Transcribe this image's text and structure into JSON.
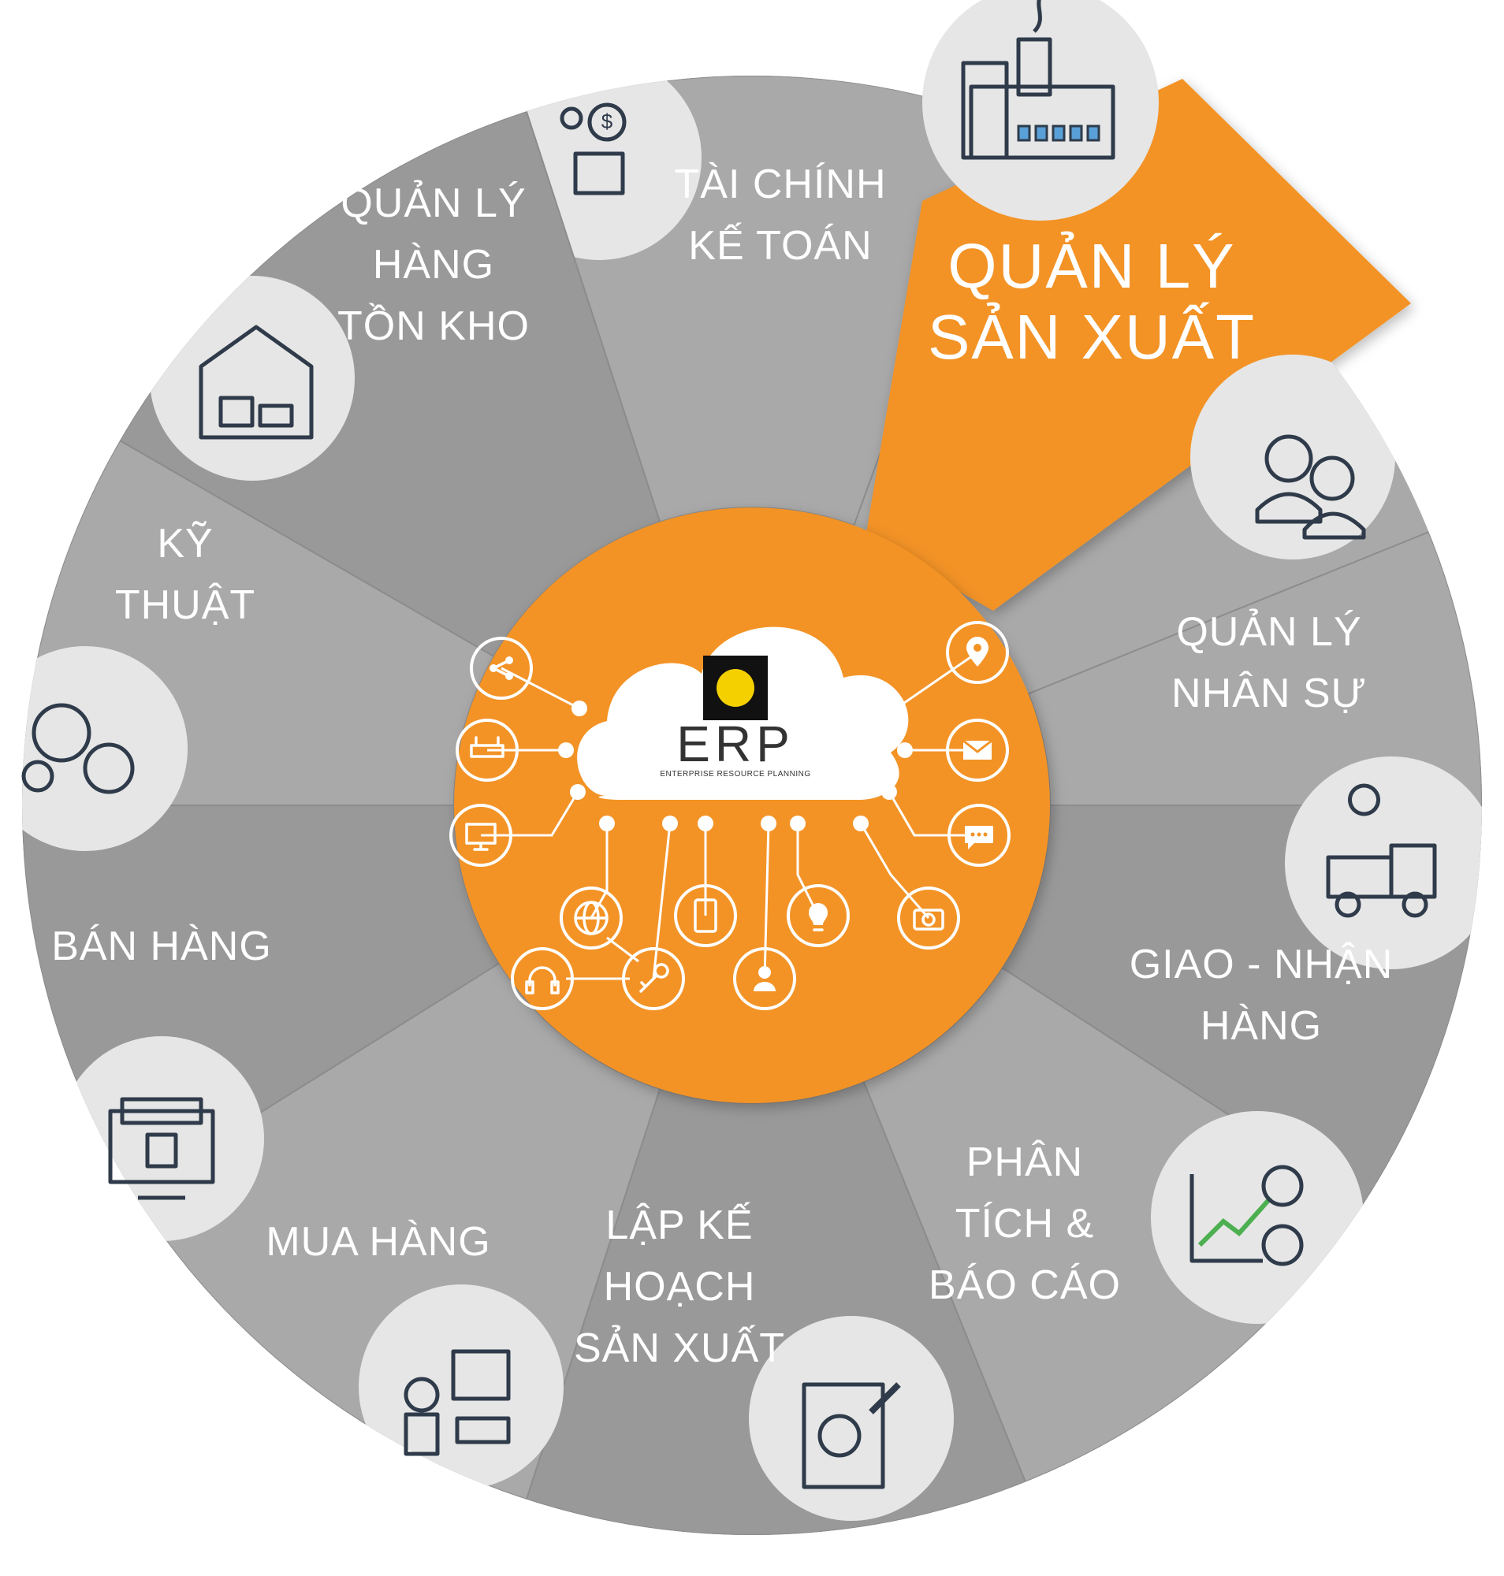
{
  "center": {
    "logo_text": "ERP",
    "logo_subtitle": "ENTERPRISE RESOURCE PLANNING"
  },
  "segments": [
    {
      "id": "tai-chinh",
      "lines": [
        "TÀI CHÍNH",
        "KẾ TOÁN"
      ],
      "icon": "finance-icon"
    },
    {
      "id": "san-xuat",
      "lines": [
        "QUẢN LÝ",
        "SẢN XUẤT"
      ],
      "icon": "factory-icon",
      "highlight": true
    },
    {
      "id": "nhan-su",
      "lines": [
        "QUẢN LÝ",
        "NHÂN SỰ"
      ],
      "icon": "employees-icon"
    },
    {
      "id": "giao-nhan",
      "lines": [
        "GIAO - NHẬN",
        "HÀNG"
      ],
      "icon": "delivery-truck-icon"
    },
    {
      "id": "phan-tich",
      "lines": [
        "PHÂN",
        "TÍCH &",
        "BÁO CÁO"
      ],
      "icon": "analytics-icon"
    },
    {
      "id": "ke-hoach",
      "lines": [
        "LẬP KẾ",
        "HOẠCH",
        "SẢN XUẤT"
      ],
      "icon": "planning-icon"
    },
    {
      "id": "mua-hang",
      "lines": [
        "MUA HÀNG"
      ],
      "icon": "purchase-buy-icon"
    },
    {
      "id": "ban-hang",
      "lines": [
        "BÁN HÀNG"
      ],
      "icon": "online-shop-icon"
    },
    {
      "id": "ky-thuat",
      "lines": [
        "KỸ",
        "THUẬT"
      ],
      "icon": "gears-icon"
    },
    {
      "id": "ton-kho",
      "lines": [
        "QUẢN LÝ",
        "HÀNG",
        "TỒN KHO"
      ],
      "icon": "warehouse-icon"
    }
  ],
  "nodes": [
    "share-icon",
    "router-icon",
    "monitor-icon",
    "globe-icon",
    "headphones-icon",
    "key-icon",
    "tablet-icon",
    "user-icon",
    "lightbulb-icon",
    "camera-icon",
    "location-pin-icon",
    "mail-icon",
    "chat-icon"
  ],
  "colors": {
    "segment_gray": "#a9a9a9",
    "segment_gray_dark": "#999999",
    "highlight_orange": "#f39325",
    "center_orange": "#f39325",
    "icon_badge": "#e6e6e6"
  }
}
